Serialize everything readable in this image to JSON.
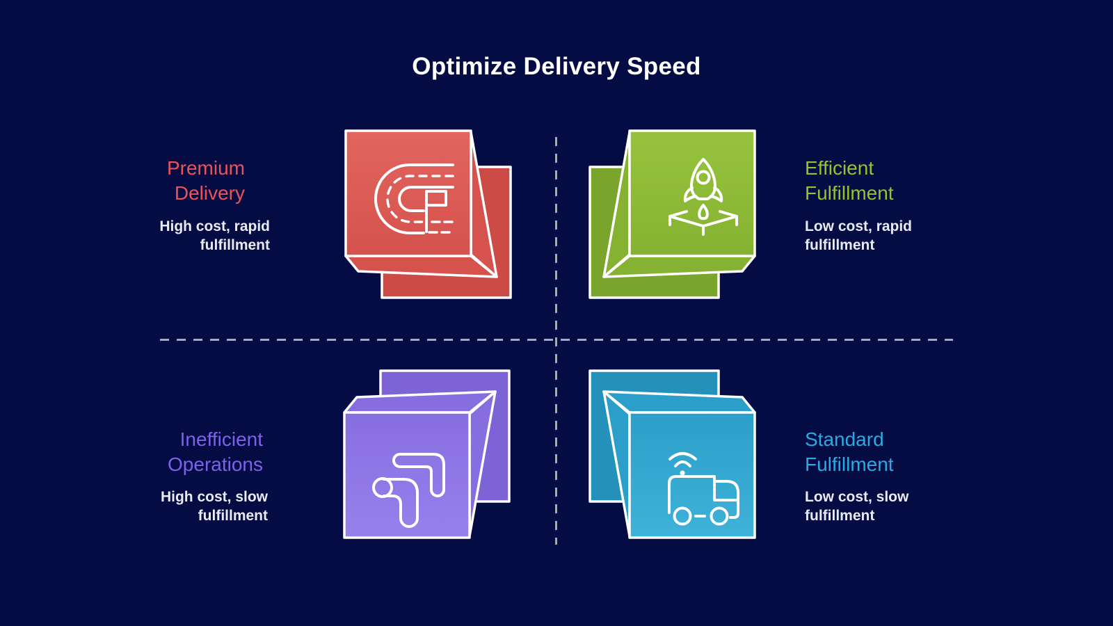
{
  "page": {
    "background": "#050c44"
  },
  "title": {
    "text": "Optimize Delivery Speed",
    "color": "#ffffff"
  },
  "divider": {
    "color": "#a5aab9",
    "style": "dashed"
  },
  "quadrants": [
    {
      "key": "premium-delivery",
      "position": "top-left",
      "title": "Premium Delivery",
      "subtitle": "High cost, rapid fulfillment",
      "title_color": "#e9535a",
      "icon": "racetrack-flag-icon",
      "cube": {
        "light": "#e2655f",
        "base": "#d5524d",
        "dark": "#cd4b47"
      }
    },
    {
      "key": "efficient-fulfillment",
      "position": "top-right",
      "title": "Efficient Fulfillment",
      "subtitle": "Low cost, rapid fulfillment",
      "title_color": "#96c32d",
      "icon": "rocket-launch-icon",
      "cube": {
        "light": "#97c33c",
        "base": "#85b232",
        "dark": "#7aa52c"
      }
    },
    {
      "key": "inefficient-operations",
      "position": "bottom-left",
      "title": "Inefficient Operations",
      "subtitle": "High cost, slow fulfillment",
      "title_color": "#7d62e9",
      "icon": "route-arrows-icon",
      "cube": {
        "light": "#9681ec",
        "base": "#876ee0",
        "dark": "#7c63d6"
      }
    },
    {
      "key": "standard-fulfillment",
      "position": "bottom-right",
      "title": "Standard Fulfillment",
      "subtitle": "Low cost, slow fulfillment",
      "title_color": "#29abe2",
      "icon": "delivery-truck-icon",
      "cube": {
        "light": "#3fb2d8",
        "base": "#2b9fc9",
        "dark": "#2391ba"
      }
    }
  ]
}
